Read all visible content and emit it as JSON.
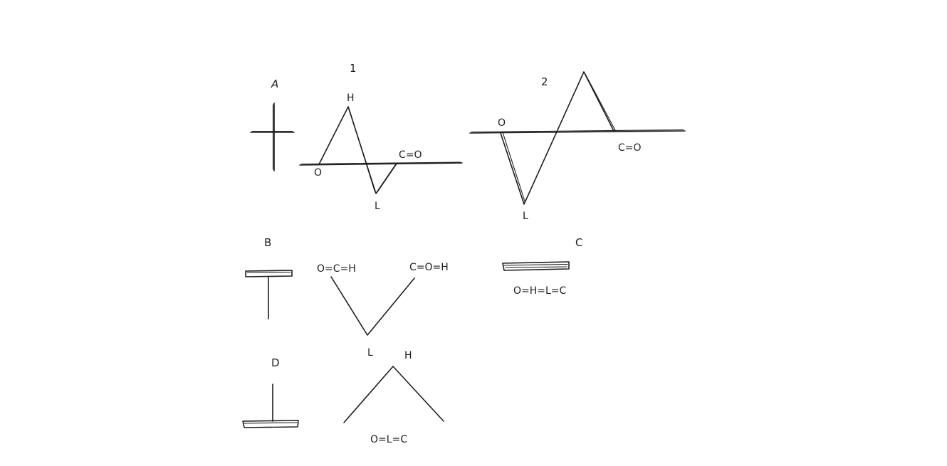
{
  "labels": {
    "A": "A",
    "one": "1",
    "two": "2",
    "B": "B",
    "C": "C",
    "D": "D",
    "h": "H",
    "o": "O",
    "l": "L",
    "c_eq_o": "C=O",
    "o_eq_c_eq_h": "O=C=H",
    "c_eq_o_eq_h": "C=O=H",
    "o_eq_h_eq_l_eq_c": "O=H=L=C",
    "o_eq_l_eq_c": "O=L=C"
  },
  "colors": {
    "ink": "#1e1e1e",
    "background": "#ffffff"
  }
}
